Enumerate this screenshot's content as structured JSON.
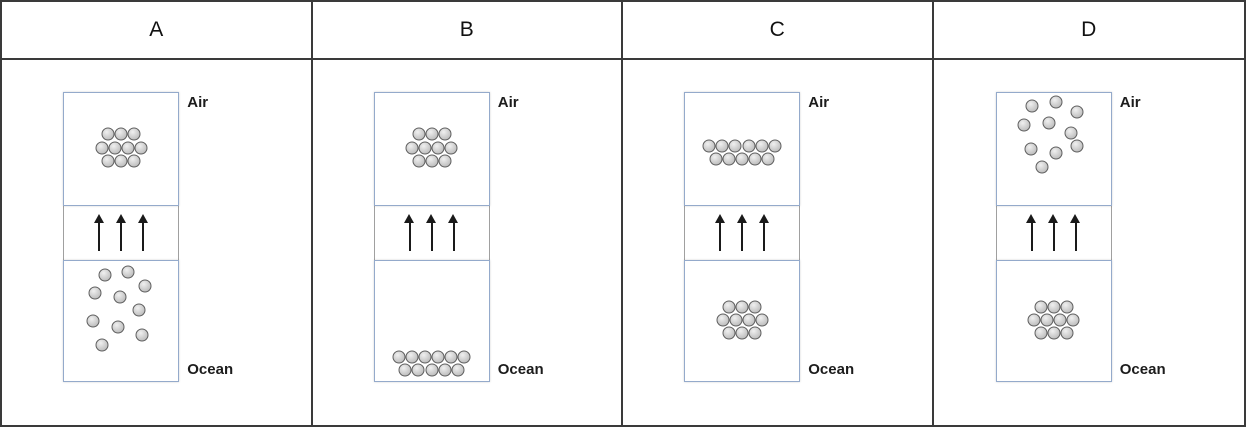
{
  "figure": {
    "headers": [
      "A",
      "B",
      "C",
      "D"
    ]
  },
  "panels": [
    {
      "header": "A",
      "air_label": "Air",
      "ocean_label": "Ocean",
      "arrow_count": 3,
      "air_particles": [
        [
          38.5,
          37
        ],
        [
          50,
          37
        ],
        [
          61.5,
          37
        ],
        [
          32.8,
          49
        ],
        [
          44.2,
          49
        ],
        [
          55.8,
          49
        ],
        [
          67.2,
          49
        ],
        [
          38.5,
          61
        ],
        [
          50,
          61
        ],
        [
          61.5,
          61
        ]
      ],
      "ocean_particles": [
        [
          36,
          12
        ],
        [
          56,
          9
        ],
        [
          71,
          21
        ],
        [
          27,
          27
        ],
        [
          49,
          30
        ],
        [
          66,
          41
        ],
        [
          25,
          50
        ],
        [
          47,
          55
        ],
        [
          68,
          62
        ],
        [
          33,
          70
        ]
      ]
    },
    {
      "header": "B",
      "air_label": "Air",
      "ocean_label": "Ocean",
      "arrow_count": 3,
      "air_particles": [
        [
          38.5,
          37
        ],
        [
          50,
          37
        ],
        [
          61.5,
          37
        ],
        [
          32.8,
          49
        ],
        [
          44.2,
          49
        ],
        [
          55.8,
          49
        ],
        [
          67.2,
          49
        ],
        [
          38.5,
          61
        ],
        [
          50,
          61
        ],
        [
          61.5,
          61
        ]
      ],
      "ocean_particles": [
        [
          21,
          80
        ],
        [
          32.5,
          80
        ],
        [
          44,
          80
        ],
        [
          55.5,
          80
        ],
        [
          67,
          80
        ],
        [
          78.5,
          80
        ],
        [
          26.7,
          90.5
        ],
        [
          38.2,
          90.5
        ],
        [
          49.8,
          90.5
        ],
        [
          61.3,
          90.5
        ],
        [
          72.8,
          90.5
        ]
      ]
    },
    {
      "header": "C",
      "air_label": "Air",
      "ocean_label": "Ocean",
      "arrow_count": 3,
      "air_particles": [
        [
          21,
          47
        ],
        [
          32.5,
          47
        ],
        [
          44,
          47
        ],
        [
          55.5,
          47
        ],
        [
          67,
          47
        ],
        [
          78.5,
          47
        ],
        [
          26.7,
          58.5
        ],
        [
          38.2,
          58.5
        ],
        [
          49.8,
          58.5
        ],
        [
          61.3,
          58.5
        ],
        [
          72.8,
          58.5
        ]
      ],
      "ocean_particles": [
        [
          38.5,
          38
        ],
        [
          50,
          38
        ],
        [
          61.5,
          38
        ],
        [
          32.8,
          49
        ],
        [
          44.2,
          49
        ],
        [
          55.8,
          49
        ],
        [
          67.2,
          49
        ],
        [
          38.5,
          60
        ],
        [
          50,
          60
        ],
        [
          61.5,
          60
        ]
      ]
    },
    {
      "header": "D",
      "air_label": "Air",
      "ocean_label": "Ocean",
      "arrow_count": 3,
      "air_particles": [
        [
          31,
          12
        ],
        [
          52,
          8
        ],
        [
          70,
          17
        ],
        [
          24,
          29
        ],
        [
          46,
          27
        ],
        [
          65,
          36
        ],
        [
          30,
          50
        ],
        [
          52,
          54
        ],
        [
          70,
          47
        ],
        [
          40,
          66
        ]
      ],
      "ocean_particles": [
        [
          38.5,
          38
        ],
        [
          50,
          38
        ],
        [
          61.5,
          38
        ],
        [
          32.8,
          49
        ],
        [
          44.2,
          49
        ],
        [
          55.8,
          49
        ],
        [
          67.2,
          49
        ],
        [
          38.5,
          60
        ],
        [
          50,
          60
        ],
        [
          61.5,
          60
        ]
      ]
    }
  ],
  "colors": {
    "grid_border": "#3a3a3a",
    "box_border": "#94aacb",
    "particle_fill": "#c9c9c9",
    "particle_outline": "#5f5f5f",
    "arrow": "#1a1a1a"
  }
}
